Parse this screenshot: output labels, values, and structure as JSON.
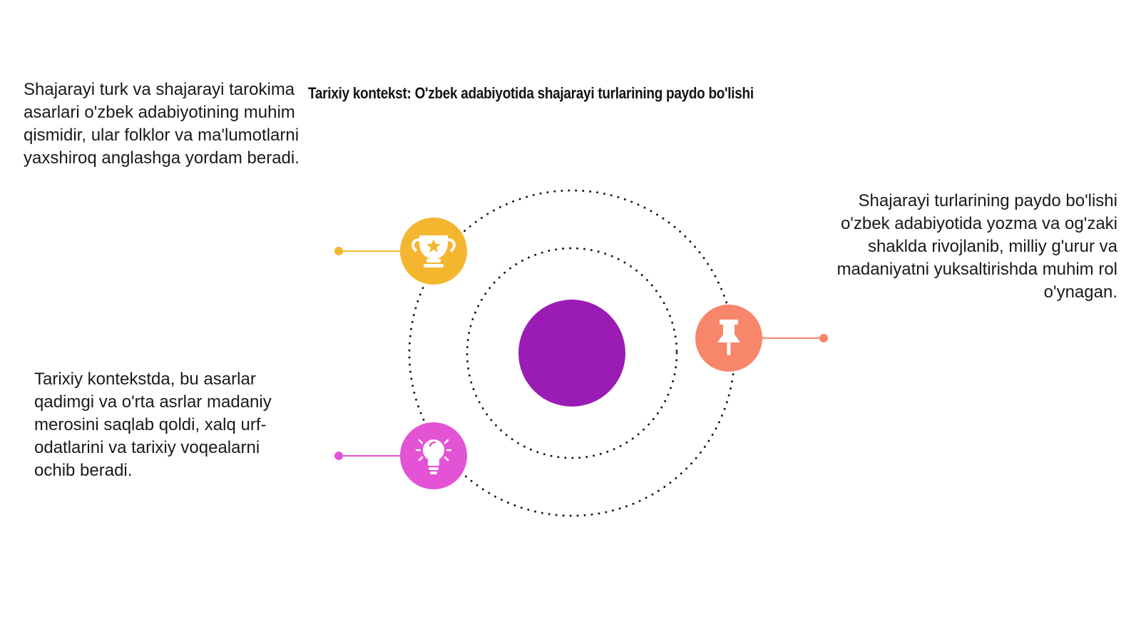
{
  "title": "Tarixiy kontekst: O'zbek adabiyotida shajarayi turlarining paydo bo'lishi",
  "items": [
    {
      "text": "Shajarayi turk va shajarayi tarokima asarlari o'zbek adabiyotining muhim qismidir, ular folklor va ma'lumotlarni yaxshiroq anglashga yordam beradi.",
      "icon": "trophy-icon",
      "color": "#F5B62F"
    },
    {
      "text": "Shajarayi turlarining paydo bo'lishi o'zbek adabiyotida yozma va og'zaki shaklda rivojlanib, milliy g'urur va madaniyatni yuksaltirishda muhim rol o'ynagan.",
      "icon": "pushpin-icon",
      "color": "#F7866A"
    },
    {
      "text": "Tarixiy kontekstda, bu asarlar qadimgi va o'rta asrlar madaniy merosini saqlab qoldi, xalq urf-odatlarini va tarixiy voqealarni ochib beradi.",
      "icon": "lightbulb-icon",
      "color": "#E453D6"
    }
  ],
  "center_color": "#9B1BB5"
}
